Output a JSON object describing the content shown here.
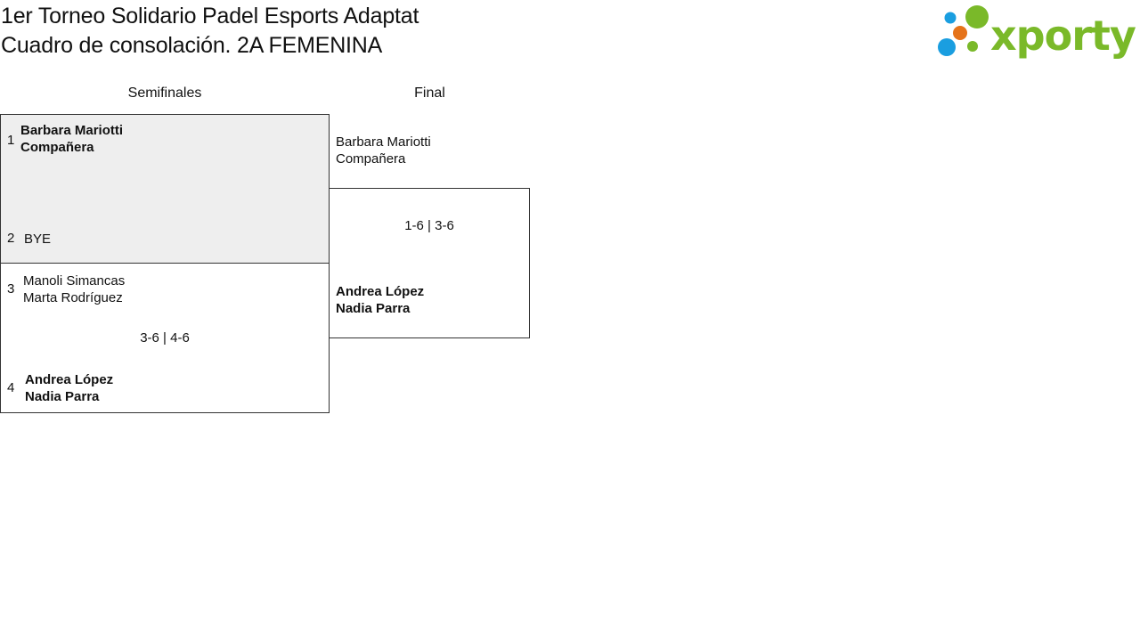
{
  "header": {
    "title_line1": "1er Torneo Solidario Padel Esports Adaptat",
    "title_line2": "Cuadro de consolación. 2A FEMENINA",
    "logo_text": "xporty",
    "logo_colors": {
      "green": "#7ab929",
      "blue": "#1a9ee0",
      "orange": "#e5731a"
    }
  },
  "rounds": [
    {
      "label": "Semifinales"
    },
    {
      "label": "Final"
    }
  ],
  "semifinals": [
    {
      "team1": {
        "seed": "1",
        "player1": "Barbara Mariotti",
        "player2": "Compañera",
        "winner": true
      },
      "team2": {
        "seed": "2",
        "name": "BYE",
        "winner": false
      },
      "score": "",
      "bg": "#eeeeee"
    },
    {
      "team1": {
        "seed": "3",
        "player1": "Manoli Simancas",
        "player2": "Marta Rodríguez",
        "winner": false
      },
      "team2": {
        "seed": "4",
        "player1": "Andrea López",
        "player2": "Nadia Parra",
        "winner": true
      },
      "score": "3-6 | 4-6"
    }
  ],
  "final": {
    "team1": {
      "player1": "Barbara Mariotti",
      "player2": "Compañera",
      "winner": false
    },
    "team2": {
      "player1": "Andrea López",
      "player2": "Nadia Parra",
      "winner": true
    },
    "score": "1-6 | 3-6"
  }
}
